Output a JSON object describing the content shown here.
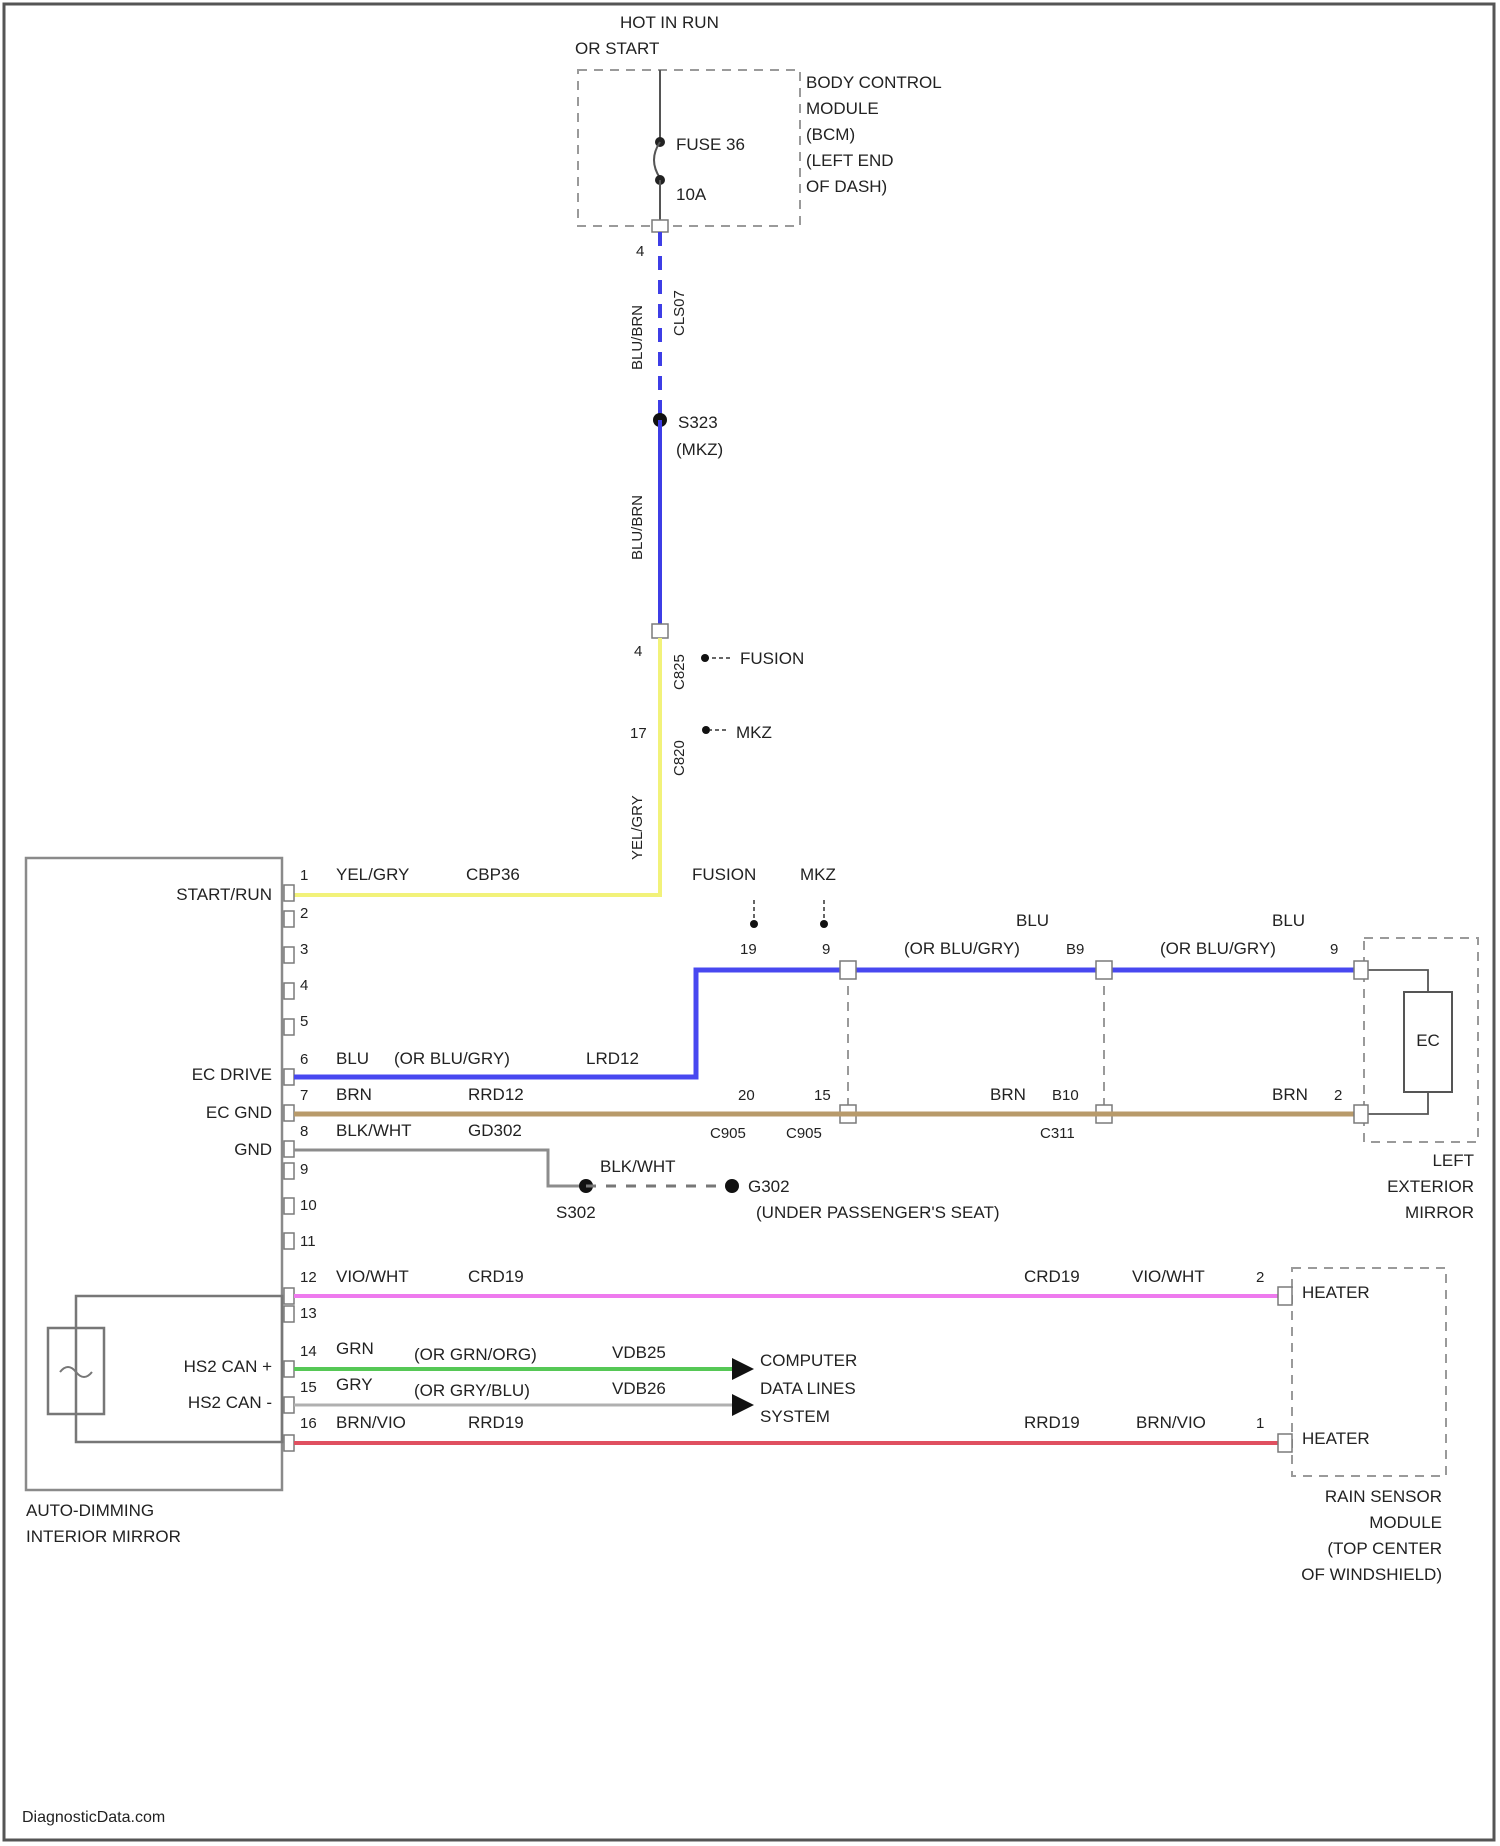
{
  "colors": {
    "wire_blu_gry": "#3e3ee6",
    "wire_blu": "#4848f0",
    "wire_yel_gry": "#f2f27a",
    "wire_brn": "#b89a6a",
    "wire_blk_wht": "#8c8c8c",
    "wire_vio_wht": "#ee7aee",
    "wire_grn": "#56c856",
    "wire_gry": "#b0b0b0",
    "wire_brn_vio": "#e05060"
  },
  "power": {
    "hot_line1": "HOT IN RUN",
    "hot_line2": "OR START",
    "fuse_name": "FUSE 36",
    "fuse_rating": "10A"
  },
  "bcm": {
    "line1": "BODY CONTROL",
    "line2": "MODULE",
    "line3": "(BCM)",
    "line4": "(LEFT END",
    "line5": "OF DASH)"
  },
  "riser": {
    "upper_pin": "4",
    "upper_wire": "BLU/BRN",
    "upper_circuit": "CLS07",
    "splice_name": "S323",
    "splice_note": "(MKZ)",
    "lower_wire": "BLU/BRN",
    "mid_pin": "4",
    "mid_pin2": "17",
    "conn_a": "C825",
    "conn_b": "C820",
    "yel_wire": "YEL/GRY",
    "fusion_label": "FUSION",
    "mkz_label": "MKZ"
  },
  "left_module": {
    "label1": "AUTO-DIMMING",
    "label2": "INTERIOR MIRROR",
    "pin_labels": {
      "start_run": "START/RUN",
      "ec_drive": "EC DRIVE",
      "ec_gnd": "EC GND",
      "gnd": "GND",
      "hs2_can_p": "HS2 CAN +",
      "hs2_can_m": "HS2 CAN -"
    },
    "pins": [
      "1",
      "2",
      "3",
      "4",
      "5",
      "6",
      "7",
      "8",
      "9",
      "10",
      "11",
      "12",
      "13",
      "14",
      "15",
      "16"
    ]
  },
  "row1": {
    "wire": "YEL/GRY",
    "circuit": "CBP36"
  },
  "ec_drive_row": {
    "wire": "BLU",
    "alt": "(OR BLU/GRY)",
    "circuit": "LRD12",
    "fusion": "FUSION",
    "mkz": "MKZ",
    "pin_fusion": "19",
    "pin_mkz": "9",
    "top_wire1": "BLU",
    "top_alt1": "(OR BLU/GRY)",
    "top_pin1": "B9",
    "top_wire2": "BLU",
    "top_alt2": "(OR BLU/GRY)",
    "top_pin2": "9"
  },
  "ec_gnd_row": {
    "wire": "BRN",
    "circuit": "RRD12",
    "pin_a": "20",
    "pin_b": "15",
    "conn_a": "C905",
    "conn_b": "C905",
    "wire2": "BRN",
    "pin_c": "B10",
    "conn_c": "C311",
    "wire3": "BRN",
    "pin_d": "2"
  },
  "gnd_row": {
    "wire": "BLK/WHT",
    "circuit": "GD302",
    "wire2": "BLK/WHT",
    "splice": "S302",
    "ground": "G302",
    "ground_note": "(UNDER PASSENGER'S SEAT)"
  },
  "left_mirror": {
    "label1": "LEFT",
    "label2": "EXTERIOR",
    "label3": "MIRROR",
    "ec": "EC"
  },
  "heater_row": {
    "wire": "VIO/WHT",
    "circuit": "CRD19",
    "circuit2": "CRD19",
    "wire2": "VIO/WHT",
    "pin": "2",
    "heater_top": "HEATER"
  },
  "can_rows": {
    "wire_p": "GRN",
    "alt_p": "(OR GRN/ORG)",
    "circuit_p": "VDB25",
    "wire_m": "GRY",
    "alt_m": "(OR GRY/BLU)",
    "circuit_m": "VDB26",
    "dest1": "COMPUTER",
    "dest2": "DATA LINES",
    "dest3": "SYSTEM"
  },
  "heater_gnd_row": {
    "wire": "BRN/VIO",
    "circuit": "RRD19",
    "circuit2": "RRD19",
    "wire2": "BRN/VIO",
    "pin": "1",
    "heater_bottom": "HEATER"
  },
  "rain_sensor": {
    "line1": "RAIN SENSOR",
    "line2": "MODULE",
    "line3": "(TOP CENTER",
    "line4": "OF WINDSHIELD)"
  },
  "watermark": "DiagnosticData.com"
}
